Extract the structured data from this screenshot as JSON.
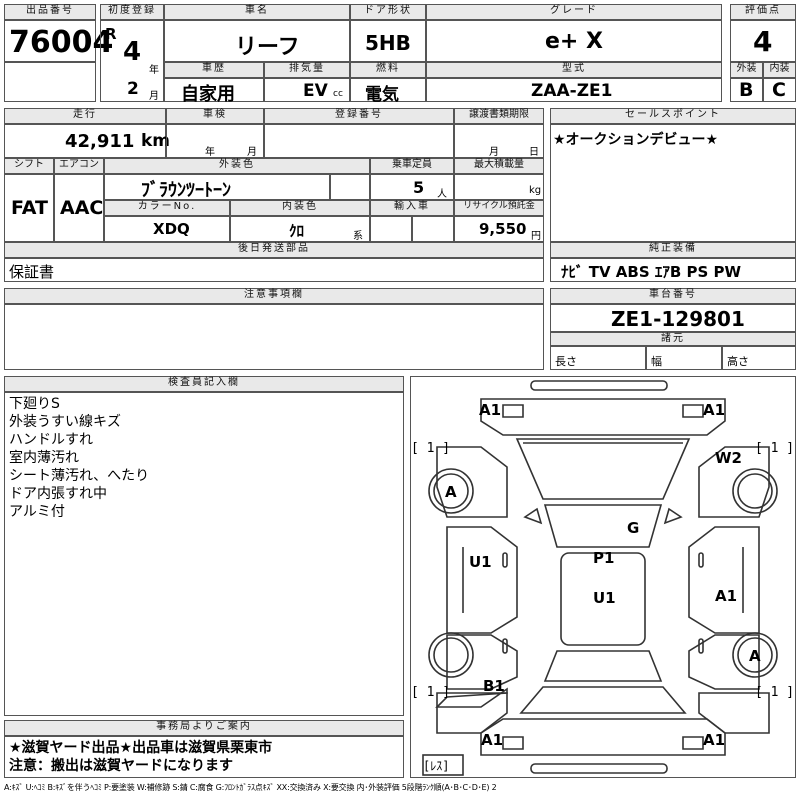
{
  "header": {
    "lot_no_label": "出品番号",
    "lot_no": "76004",
    "first_reg_label": "初度登録",
    "era": "R",
    "year": "4",
    "year_unit": "年",
    "month": "2",
    "month_unit": "月",
    "car_name_label": "車名",
    "car_name": "リーフ",
    "door_label": "ドア形状",
    "door": "5HB",
    "grade_label": "グレード",
    "grade": "e+ X",
    "score_label": "評価点",
    "score": "4",
    "history_label": "車歴",
    "history": "自家用",
    "displacement_label": "排気量",
    "displacement": "EV",
    "cc": "cc",
    "fuel_label": "燃料",
    "fuel": "電気",
    "model_label": "型式",
    "model": "ZAA-ZE1",
    "ext_label": "外装",
    "ext": "B",
    "int_label": "内装",
    "int": "C"
  },
  "row2": {
    "mileage_label": "走行",
    "mileage": "42,911",
    "km": "km",
    "inspection_label": "車検",
    "insp_year_unit": "年",
    "insp_month_unit": "月",
    "reg_no_label": "登録番号",
    "transfer_label": "譲渡書類期限",
    "transfer_month_unit": "月",
    "transfer_day_unit": "日",
    "sales_point_label": "セールスポイント",
    "sales_point": "★オークションデビュー★"
  },
  "row3": {
    "shift_label": "シフト",
    "shift": "FAT",
    "ac_label": "エアコン",
    "ac": "AAC",
    "ext_color_label": "外装色",
    "ext_color": "ﾌﾞﾗｳﾝﾂｰﾄｰﾝ",
    "capacity_label": "乗車定員",
    "capacity": "5",
    "capacity_unit": "人",
    "max_load_label": "最大積載量",
    "kg": "kg",
    "color_no_label": "カラーNo.",
    "color_no": "XDQ",
    "int_color_label": "内装色",
    "int_color": "ｸﾛ",
    "int_color_suffix": "系",
    "import_label": "輸入車",
    "recycle_label": "リサイクル預託金",
    "recycle": "9,550",
    "yen": "円"
  },
  "deferred": {
    "label": "後日発送部品",
    "value": "保証書"
  },
  "genuine": {
    "label": "純正装備",
    "value": "ﾅﾋﾞ TV ABS ｴｱB PS PW"
  },
  "notes": {
    "label": "注意事項欄"
  },
  "chassis": {
    "label": "車台番号",
    "value": "ZE1-129801",
    "specs_label": "諸元",
    "length_label": "長さ",
    "width_label": "幅",
    "height_label": "高さ"
  },
  "inspector": {
    "label": "検査員記入欄",
    "lines": [
      "下廻りS",
      "外装うすい線キズ",
      "ハンドルすれ",
      "室内薄汚れ",
      "シート薄汚れ、へたり",
      "ドア内張すれ中",
      "アルミ付"
    ]
  },
  "office": {
    "label": "事務局よりご案内",
    "line1": "★滋賀ヤード出品★出品車は滋賀県栗東市",
    "line2": "注意：搬出は滋賀ヤードになります"
  },
  "diagram": {
    "marks": {
      "a1_tl": "A1",
      "a1_tr": "A1",
      "w2": "W2",
      "a_fl": "A",
      "g": "G",
      "u1_left": "U1",
      "p1": "P1",
      "u1_center": "U1",
      "a1_right": "A1",
      "a_rr": "A",
      "b1": "B1",
      "a1_bl": "A1",
      "a1_br": "A1"
    },
    "bracket_tl": "[ 1 ]",
    "bracket_tr": "[ 1 ]",
    "bracket_bl": "[ 1 ]",
    "bracket_br": "[ 1 ]",
    "spare_tire": "[ﾚｽ]"
  },
  "legend": "A:ｷｽﾞ U:ﾍｺﾐ B:ｷｽﾞを伴うﾍｺﾐ P:要塗装 W:補修跡 S:錆 C:腐食 G:ﾌﾛﾝﾄｶﾞﾗｽ点ｷｽﾞ XX:交換済み X:要交換 内･外装評価 5段階ﾗﾝｸ順(A･B･C･D･E) 2"
}
